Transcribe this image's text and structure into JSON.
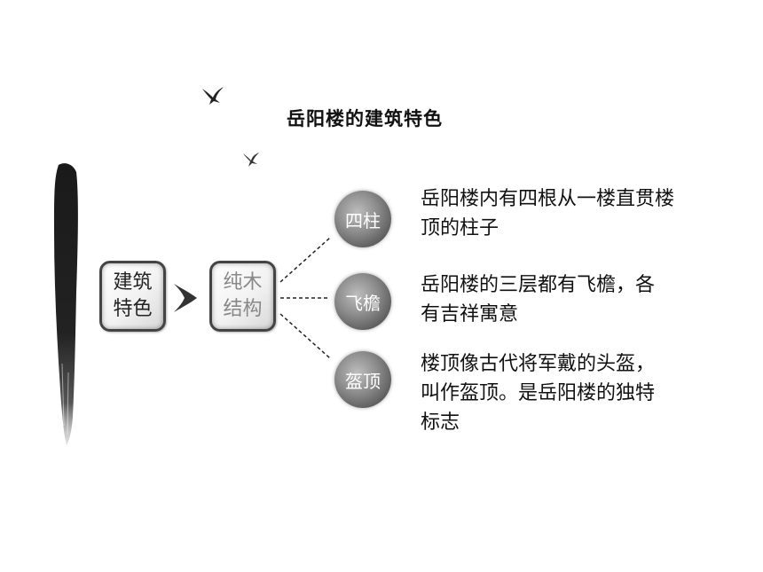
{
  "title": "岳阳楼的建筑特色",
  "root_box": {
    "line1": "建筑",
    "line2": "特色"
  },
  "mid_box": {
    "line1": "纯木",
    "line2": "结构"
  },
  "items": [
    {
      "label": "四柱",
      "desc_lines": [
        "岳阳楼内有四根从一楼直贯楼",
        "顶的柱子"
      ]
    },
    {
      "label": "飞檐",
      "desc_lines": [
        "岳阳楼的三层都有飞檐，各",
        "有吉祥寓意"
      ]
    },
    {
      "label": "盔顶",
      "desc_lines": [
        "楼顶像古代将军戴的头盔，",
        "叫作盔顶。是岳阳楼的独特",
        "标志"
      ]
    }
  ],
  "colors": {
    "box_border": "#444444",
    "circle": "#7a7a7a",
    "mid_text": "#888888"
  }
}
